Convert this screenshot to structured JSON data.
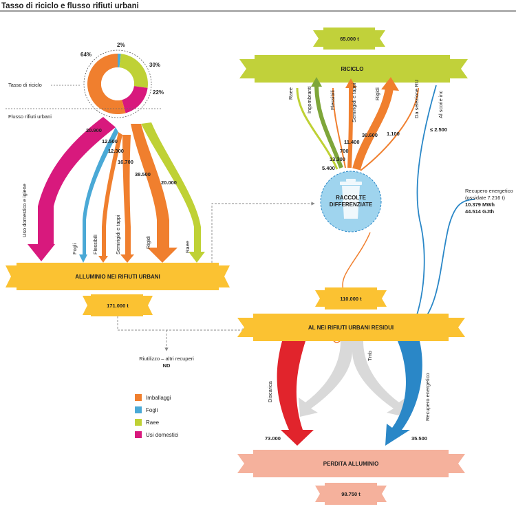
{
  "title": "Tasso di riciclo e flusso rifiuti urbani",
  "colors": {
    "imballaggi": "#f07f2e",
    "fogli": "#4aa9d6",
    "raee": "#bfd135",
    "usi_domestici": "#d8197d",
    "green_dark": "#7ea63a",
    "banner_yellow": "#fbc232",
    "banner_green": "#c1d13a",
    "banner_pink": "#f5b19c",
    "discarica": "#e1242c",
    "energy_blue": "#2a87c7",
    "tmb_grey": "#d9d9d9",
    "raccolte_fill": "#9fd4ee"
  },
  "donut": {
    "label_tasso": "Tasso di riciclo",
    "label_flusso": "Flusso rifiuti urbani",
    "segments": [
      {
        "label": "64%",
        "value": 64,
        "category": "imballaggi"
      },
      {
        "label": "2%",
        "value": 2,
        "category": "fogli"
      },
      {
        "label": "30%",
        "value": 30,
        "category": "raee"
      },
      {
        "label": "22%",
        "value": 22,
        "category": "usi_domestici"
      }
    ]
  },
  "banners": {
    "riciclo_total": "65.000 t",
    "riciclo": "RICICLO",
    "alluminio": "ALLUMINIO NEI RIFIUTI URBANI",
    "alluminio_total": "171.000 t",
    "residui_total": "110.000 t",
    "residui": "AL NEI RIFIUTI URBANI RESIDUI",
    "perdita": "PERDITA ALLUMINIO",
    "perdita_total": "98.750 t"
  },
  "left_flows": [
    {
      "label": "Uso domestico e igiene",
      "value": "20.900",
      "category": "usi_domestici"
    },
    {
      "label": "Fogli",
      "value": "12.500",
      "category": "fogli"
    },
    {
      "label": "Flessibili",
      "value": "12.300",
      "category": "imballaggi"
    },
    {
      "label": "Semirigidi e tappi",
      "value": "16.700",
      "category": "imballaggi"
    },
    {
      "label": "Rigidi",
      "value": "38.500",
      "category": "imballaggi"
    },
    {
      "label": "Raee",
      "value": "20.000",
      "category": "raee"
    }
  ],
  "right_flows": [
    {
      "label": "Raee",
      "value": "5.400",
      "category": "raee"
    },
    {
      "label": "Ingombranti",
      "value": "13.300",
      "category": "green_dark"
    },
    {
      "label": "Flessibili",
      "value": "700",
      "category": "imballaggi"
    },
    {
      "label": "Semirigidi e tappi",
      "value": "11.400",
      "category": "imballaggi"
    },
    {
      "label": "Rigidi",
      "value": "30.600",
      "category": "imballaggi"
    },
    {
      "label": "Da selezione RU",
      "value": "1.100",
      "category": "imballaggi"
    },
    {
      "label": "Al scorie inc",
      "value": "≤ 2.500",
      "category": "energy_blue"
    }
  ],
  "raccolte": {
    "line1": "RACCOLTE",
    "line2": "DIFFERENZIATE"
  },
  "recupero_note": {
    "line1": "Recupero energetico",
    "line2": "(ossidate 7.216 t)",
    "line3": "10.379 MWh",
    "line4": "44.514 GJth"
  },
  "riutilizzo": {
    "line1": "Riutilizzo – altri recuperi",
    "line2": "ND"
  },
  "bottom_flows": {
    "discarica_label": "Discarica",
    "discarica_value": "73.000",
    "tmb_label": "Tmb",
    "recupero_label": "Recupero energetico",
    "recupero_value": "35.500"
  },
  "legend": [
    {
      "label": "Imballaggi",
      "category": "imballaggi"
    },
    {
      "label": "Fogli",
      "category": "fogli"
    },
    {
      "label": "Raee",
      "category": "raee"
    },
    {
      "label": "Usi domestici",
      "category": "usi_domestici"
    }
  ]
}
